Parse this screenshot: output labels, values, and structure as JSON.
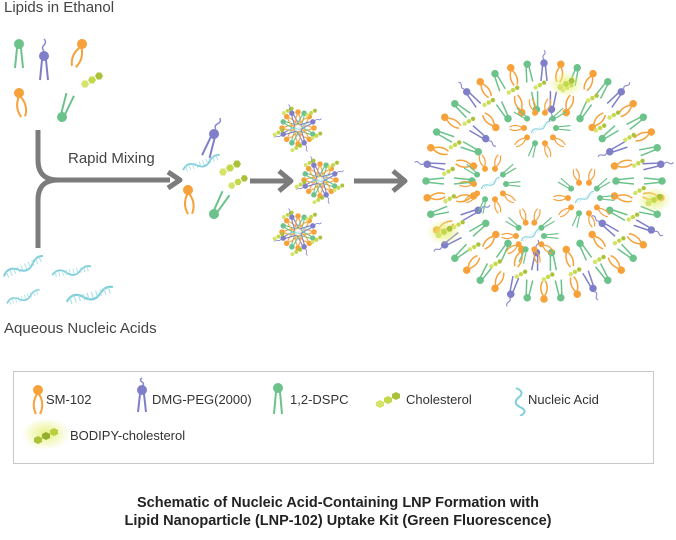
{
  "labels": {
    "lipids": "Lipids in Ethanol",
    "mixing": "Rapid Mixing",
    "aqueous": "Aqueous Nucleic Acids"
  },
  "legend": {
    "sm102": "SM-102",
    "dmgpeg": "DMG-PEG(2000)",
    "dspc": "1,2-DSPC",
    "cholesterol": "Cholesterol",
    "nucleic": "Nucleic Acid",
    "bodipy": "BODIPY-cholesterol"
  },
  "caption": {
    "line1": "Schematic of Nucleic Acid-Containing LNP Formation with",
    "line2": "Lipid Nanoparticle (LNP-102) Uptake Kit (Green Fluorescence)"
  },
  "colors": {
    "sm102": "#f7a13a",
    "dmgpeg": "#7f7fc9",
    "dspc": "#6cc28b",
    "cholesterol": "#c3d84a",
    "nucleic": "#7fcfdb",
    "arrow": "#7c7c7c"
  }
}
